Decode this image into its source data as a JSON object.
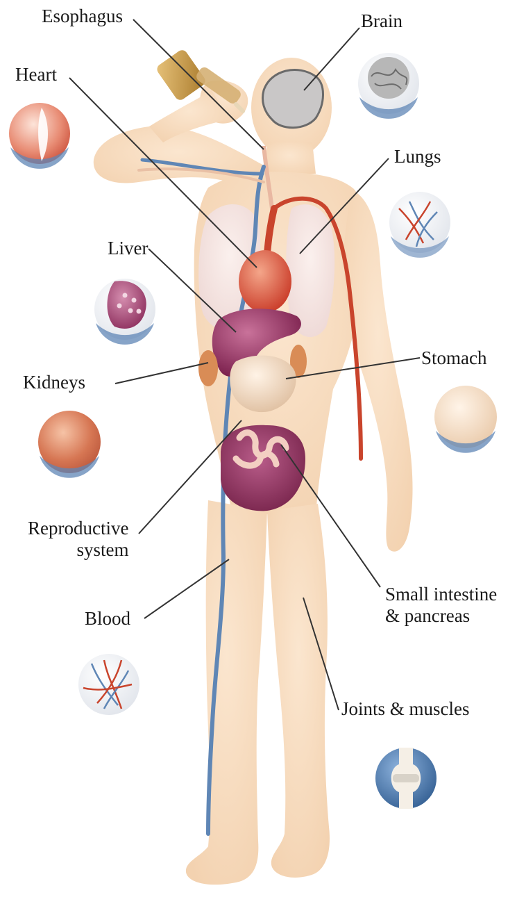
{
  "labels": {
    "esophagus": "Esophagus",
    "brain": "Brain",
    "heart": "Heart",
    "lungs": "Lungs",
    "liver": "Liver",
    "stomach": "Stomach",
    "kidneys": "Kidneys",
    "reproductive_line1": "Reproductive",
    "reproductive_line2": "system",
    "small_intestine_line1": "Small intestine",
    "small_intestine_line2": "& pancreas",
    "blood": "Blood",
    "joints": "Joints & muscles"
  },
  "colors": {
    "skin": "#f7dcc0",
    "organ_red": "#d9462f",
    "organ_purple": "#8a2b5a",
    "vein_blue": "#5f86b5",
    "artery_red": "#c9442c",
    "leader_line": "#333333"
  }
}
